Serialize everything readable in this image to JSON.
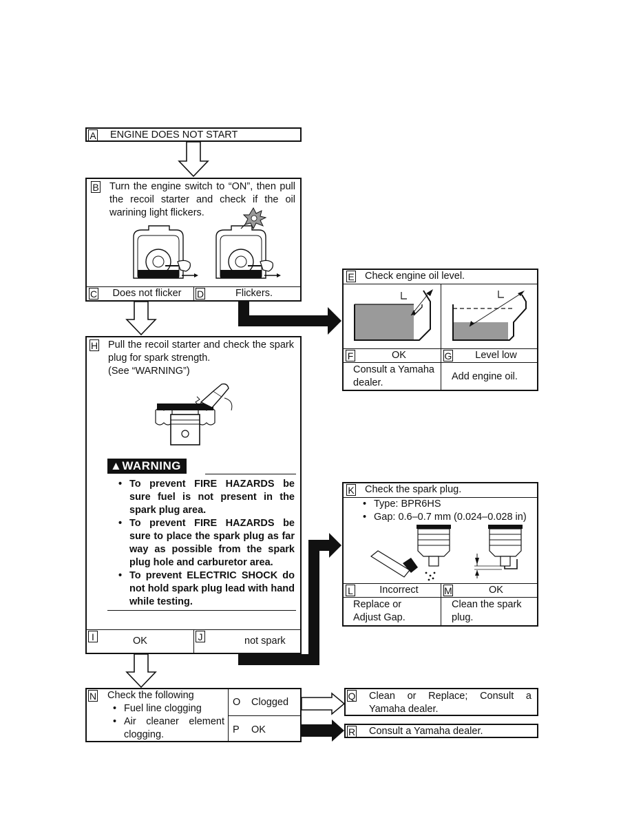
{
  "step_a": {
    "letter": "A",
    "text": "ENGINE DOES NOT START"
  },
  "step_b": {
    "letter": "B",
    "text": "Turn the engine switch to “ON”, then pull the recoil starter and check if the oil warining light flickers."
  },
  "step_c": {
    "letter": "C",
    "text": "Does not flicker"
  },
  "step_d": {
    "letter": "D",
    "text": "Flickers."
  },
  "step_e": {
    "letter": "E",
    "text": "Check engine oil level."
  },
  "step_f": {
    "letter": "F",
    "text": "OK",
    "action": "Consult a Yamaha dealer."
  },
  "step_g": {
    "letter": "G",
    "text": "Level low",
    "action": "Add engine oil."
  },
  "step_h": {
    "letter": "H",
    "text": "Pull the recoil starter and check the spark plug for spark strength.",
    "note": "(See “WARNING”)"
  },
  "warning": {
    "label": "WARNING",
    "items": [
      "To prevent FIRE HAZARDS be sure fuel is not present in the spark plug area.",
      "To prevent FIRE HAZARDS be sure to place the spark plug as far way as possible from the spark plug hole and carburetor area.",
      "To prevent ELECTRIC SHOCK do not hold spark plug lead with hand while testing."
    ]
  },
  "step_i": {
    "letter": "I",
    "text": "OK"
  },
  "step_j": {
    "letter": "J",
    "text": "not spark"
  },
  "step_k": {
    "letter": "K",
    "text": "Check the spark plug.",
    "specs": [
      "Type: BPR6HS",
      "Gap: 0.6–0.7 mm (0.024–0.028 in)"
    ]
  },
  "step_l": {
    "letter": "L",
    "text": "Incorrect",
    "action": "Replace or Adjust Gap."
  },
  "step_m": {
    "letter": "M",
    "text": "OK",
    "action": "Clean the spark plug."
  },
  "step_n": {
    "letter": "N",
    "text": "Check the following",
    "items": [
      "Fuel line clogging",
      "Air cleaner element clogging."
    ]
  },
  "step_o": {
    "letter": "O",
    "text": "Clogged"
  },
  "step_p": {
    "letter": "P",
    "text": "OK"
  },
  "step_q": {
    "letter": "Q",
    "text": "Clean or Replace; Consult a Yamaha dealer."
  },
  "step_r": {
    "letter": "R",
    "text": "Consult a Yamaha dealer."
  },
  "colors": {
    "ink": "#111111",
    "fill_dark": "#111111",
    "paper": "#ffffff",
    "oil_grey": "#9a9a9a"
  }
}
